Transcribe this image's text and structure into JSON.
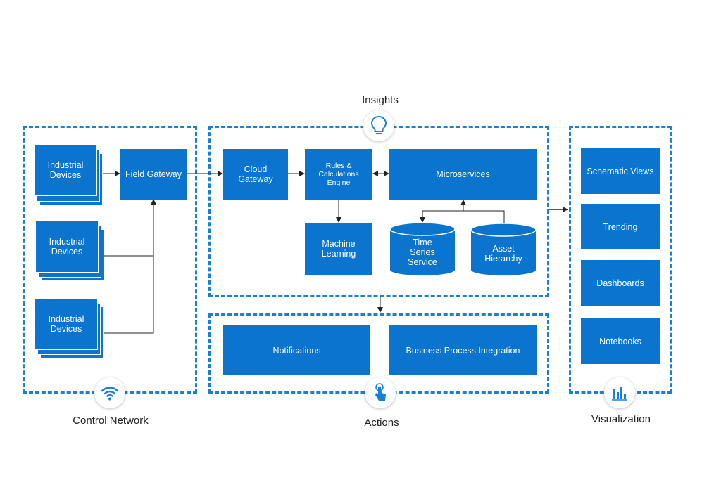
{
  "colors": {
    "accent": "#0a74cf",
    "border": "#1a7fd6",
    "text": "#222222"
  },
  "regions": {
    "control_network": {
      "label": "Control Network",
      "icon": "wifi-icon"
    },
    "insights": {
      "label": "Insights",
      "icon": "lightbulb-icon"
    },
    "actions": {
      "label": "Actions",
      "icon": "touch-hand-icon"
    },
    "visualization": {
      "label": "Visualization",
      "icon": "bar-chart-icon"
    }
  },
  "control_network": {
    "device_1": "Industrial Devices",
    "device_2": "Industrial Devices",
    "device_3": "Industrial Devices",
    "field_gateway": "Field Gateway"
  },
  "insights": {
    "cloud_gateway": "Cloud Gateway",
    "rules_engine": "Rules & Calculations Engine",
    "microservices": "Microservices",
    "machine_learning": "Machine Learning",
    "time_series_service": "Time Series Service",
    "asset_hierarchy": "Asset Hierarchy"
  },
  "actions": {
    "notifications": "Notifications",
    "business_process_integration": "Business Process Integration"
  },
  "visualization": {
    "schematic_views": "Schematic Views",
    "trending": "Trending",
    "dashboards": "Dashboards",
    "notebooks": "Notebooks"
  }
}
